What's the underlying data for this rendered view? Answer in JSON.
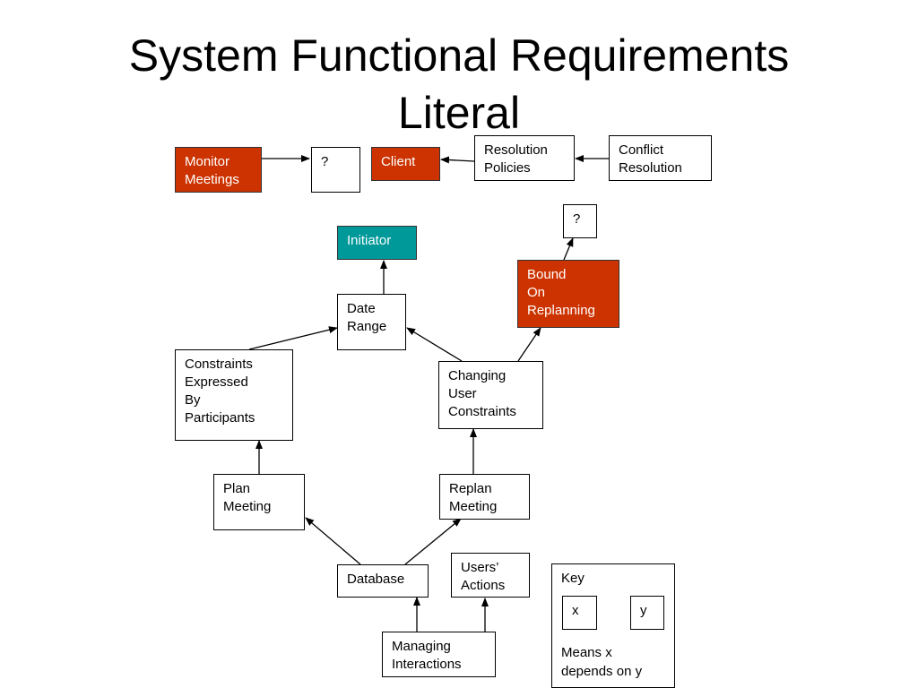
{
  "title": {
    "line1": "System Functional Requirements",
    "line2": "Literal"
  },
  "nodes": {
    "monitor_meetings": "Monitor\nMeetings",
    "unknown_top": "?",
    "client": "Client",
    "resolution_policies": "Resolution\nPolicies",
    "conflict_resolution": "Conflict\nResolution",
    "unknown_right": "?",
    "initiator": "Initiator",
    "bound_on_replanning": "Bound\nOn\nReplanning",
    "date_range": "Date\nRange",
    "constraints_expressed": "Constraints\nExpressed\nBy\nParticipants",
    "changing_user_constraints": "Changing\nUser\nConstraints",
    "plan_meeting": "Plan\nMeeting",
    "replan_meeting": "Replan\nMeeting",
    "database": "Database",
    "users_actions": "Users’\nActions",
    "managing_interactions": "Managing\nInteractions"
  },
  "key": {
    "label": "Key",
    "x": "x",
    "y": "y",
    "description": "Means x\ndepends on y"
  },
  "colors": {
    "highlight_red": "#cc3300",
    "highlight_teal": "#009999"
  }
}
